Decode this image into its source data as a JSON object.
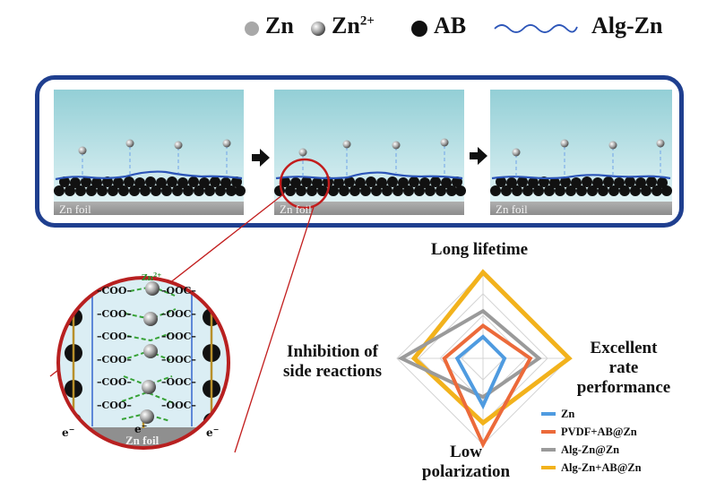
{
  "legend": {
    "zn": "Zn",
    "zn2": "Zn",
    "zn2_sup": "2+",
    "ab": "AB",
    "alg": "Alg-Zn"
  },
  "panels": {
    "foil_label": "Zn foil"
  },
  "zoom": {
    "zn_ion": "Zn",
    "zn_ion_sup": "2+",
    "coo": "COO",
    "ooc": "OOC",
    "electron": "e",
    "foil_label": "Zn foil"
  },
  "radar": {
    "top": "Long lifetime",
    "right": [
      "Excellent",
      "rate",
      "performance"
    ],
    "bottom": [
      "Low",
      "polarization"
    ],
    "left": [
      "Inhibition of",
      "side reactions"
    ]
  },
  "chart_data": {
    "type": "radar",
    "axes": [
      "Long lifetime",
      "Excellent rate performance",
      "Low polarization",
      "Inhibition of side reactions"
    ],
    "series": [
      {
        "name": "Zn",
        "color": "#4f9be0",
        "values": [
          0.25,
          0.25,
          0.55,
          0.3
        ]
      },
      {
        "name": "PVDF+AB@Zn",
        "color": "#ec6a3a",
        "values": [
          0.38,
          0.55,
          1.0,
          0.45
        ]
      },
      {
        "name": "Alg-Zn@Zn",
        "color": "#9a9a9a",
        "values": [
          0.55,
          0.65,
          0.45,
          0.95
        ]
      },
      {
        "name": "Alg-Zn+AB@Zn",
        "color": "#f2b21c",
        "values": [
          1.0,
          1.0,
          0.75,
          0.8
        ]
      }
    ]
  },
  "colors": {
    "frame": "#1f3f8f",
    "electrolyte": "#a3d6dc",
    "zoom_ring": "#b82020",
    "foil": "#9c9c9c"
  }
}
